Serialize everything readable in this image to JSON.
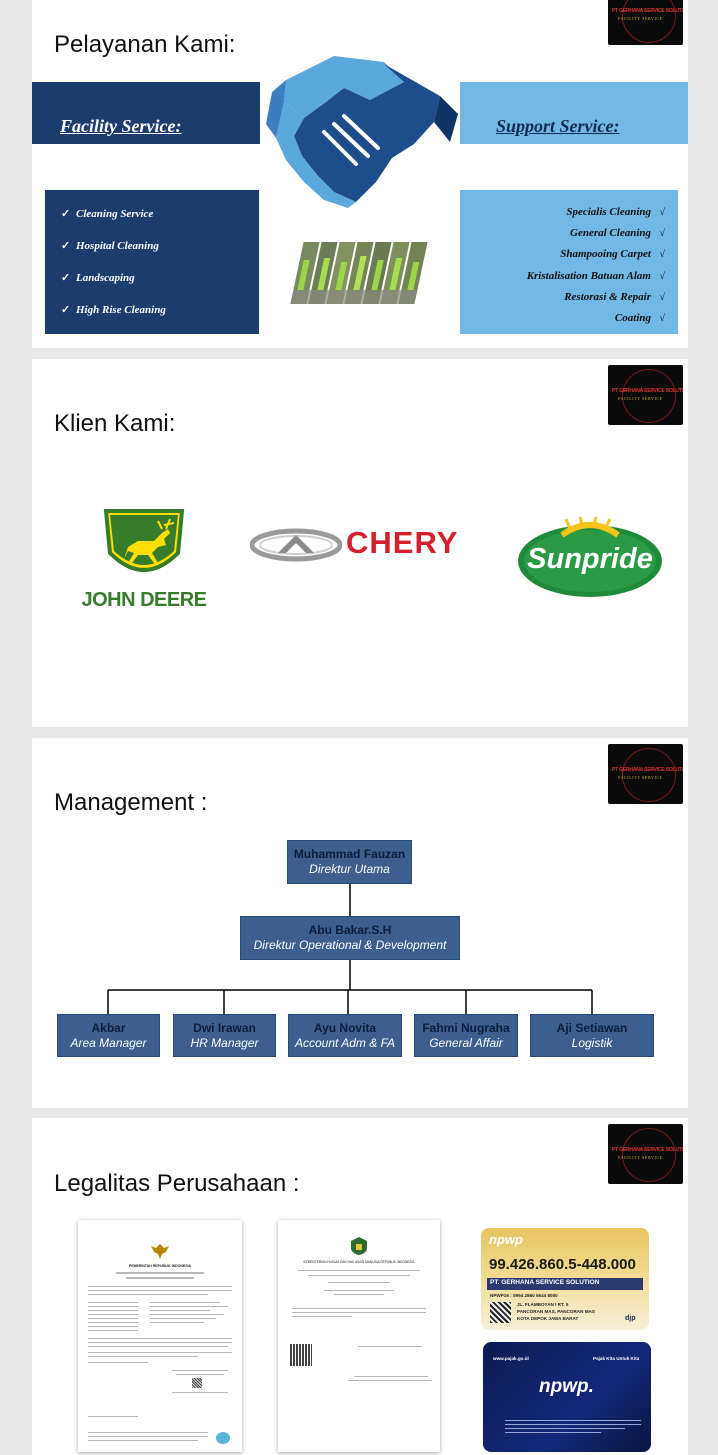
{
  "brand_logo": {
    "line1": "PT GERHANA SERVICE SOLUTION",
    "line2": "FACILITY SERVICE"
  },
  "services": {
    "title": "Pelayanan Kami:",
    "facility_heading": "Facility Service:",
    "support_heading": "Support Service:",
    "facility_items": [
      "Cleaning Service",
      "Hospital Cleaning",
      "Landscaping",
      "High Rise Cleaning"
    ],
    "support_items": [
      "Specialis Cleaning",
      "General Cleaning",
      "Shampooing Carpet",
      "Kristalisation Batuan Alam",
      "Restorasi & Repair",
      "Coating"
    ],
    "facility_check": "✓",
    "support_check": "√"
  },
  "clients": {
    "title": "Klien Kami:",
    "logos": [
      {
        "name": "JOHN DEERE",
        "color": "#367c2b",
        "accent": "#ffde00"
      },
      {
        "name": "CHERY",
        "color": "#d4202c"
      },
      {
        "name": "Sunpride",
        "color": "#1f8a3a",
        "accent": "#f4c41a"
      }
    ]
  },
  "management": {
    "title": "Management  :",
    "director": {
      "name": "Muhammad Fauzan",
      "role": "Direktur  Utama"
    },
    "ops_director": {
      "name": "Abu Bakar.S.H",
      "role": "Direktur Operational & Development"
    },
    "staff": [
      {
        "name": "Akbar",
        "role": "Area Manager"
      },
      {
        "name": "Dwi Irawan",
        "role": "HR Manager"
      },
      {
        "name": "Ayu Novita",
        "role": "Account Adm & FA"
      },
      {
        "name": "Fahmi Nugraha",
        "role": "General Affair"
      },
      {
        "name": "Aji Setiawan",
        "role": "Logistik"
      }
    ]
  },
  "legal": {
    "title": "Legalitas Perusahaan :",
    "doc1_heading": "PEMERINTAH REPUBLIK INDONESIA",
    "doc2_heading": "KEMENTERIAN HUKUM DAN HAK ASASI MANUSIA REPUBLIK INDONESIA",
    "npwp_front": {
      "logo": "npwp",
      "number": "99.426.860.5-448.000",
      "company": "PT. GERHANA SERVICE SOLUTION",
      "nik": "NPWP16 : 0994 2860 5544 8000",
      "address1": "JL. FLAMBOYAN I   RT. 5",
      "address2": "PANCORAN MAS, PANCORAN MAS",
      "address3": "KOTA DEPOK JAWA BARAT",
      "djp": "djp"
    },
    "npwp_back": {
      "site": "www.pajak.go.id",
      "slogan": "Pajak Kita Untuk Kita",
      "logo": "npwp."
    }
  }
}
